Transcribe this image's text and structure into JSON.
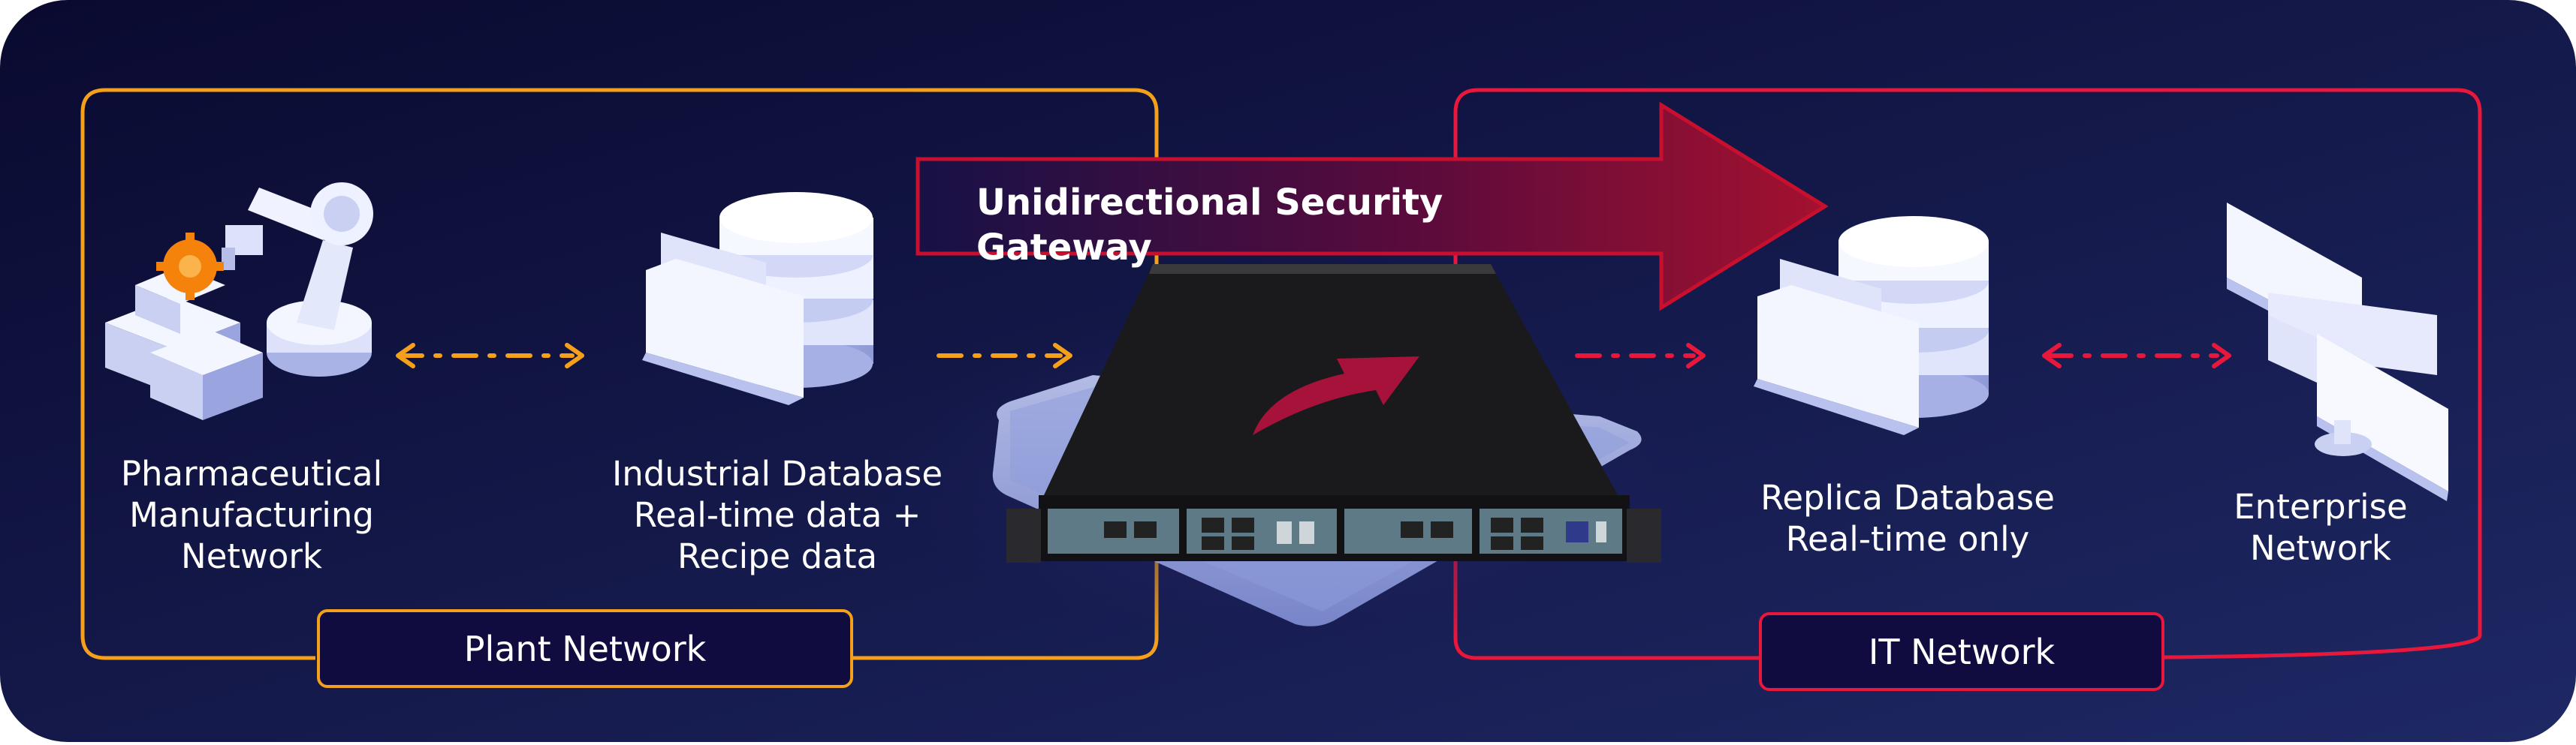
{
  "colors": {
    "background_start": "#0b0b33",
    "background_end": "#1d2560",
    "plant_accent": "#f5a01a",
    "it_accent": "#e8173c",
    "icon_fill": "#e3e8fb",
    "gateway_arrow": "#8f0d2e"
  },
  "gateway": {
    "title": "Unidirectional Security Gateway"
  },
  "plant": {
    "tag": "Plant Network",
    "manufacturing": {
      "icon": "robot-arm-icon",
      "lines": [
        "Pharmaceutical",
        "Manufacturing",
        "Network"
      ]
    },
    "database": {
      "icon": "database-folder-icon",
      "lines": [
        "Industrial Database",
        "Real-time data +",
        "Recipe data"
      ]
    }
  },
  "it": {
    "tag": "IT Network",
    "replica": {
      "icon": "database-folder-icon",
      "lines": [
        "Replica Database",
        "Real-time only"
      ]
    },
    "enterprise": {
      "icon": "monitors-icon",
      "lines": [
        "Enterprise",
        "Network"
      ]
    }
  },
  "hardware": {
    "icon": "gateway-appliance-icon"
  }
}
